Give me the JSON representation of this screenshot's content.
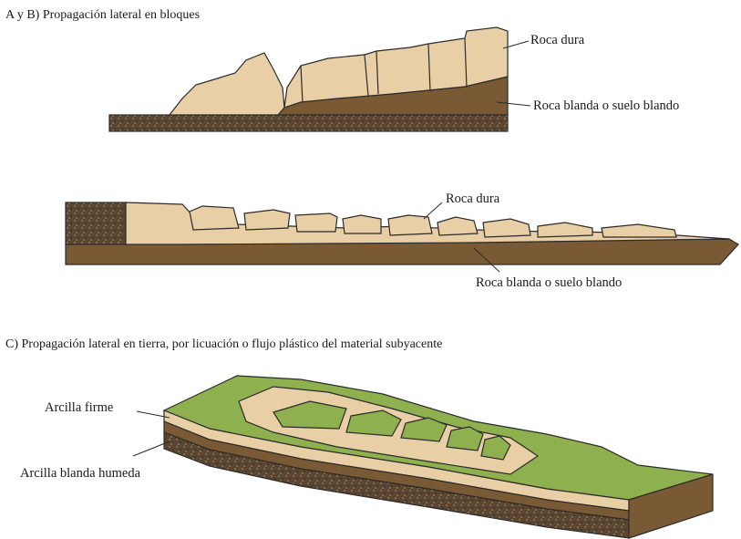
{
  "panels": {
    "ab": {
      "title": "A y B) Propagación lateral en bloques",
      "top_hard_label": "Roca dura",
      "top_soft_label": "Roca blanda o suelo blando",
      "mid_hard_label": "Roca dura",
      "mid_soft_label": "Roca blanda o suelo blando"
    },
    "c": {
      "title": "C) Propagación lateral en tierra, por licuación o flujo plástico del material subyacente",
      "firm_clay_label": "Arcilla firme",
      "soft_clay_label": "Arcilla blanda humeda"
    }
  },
  "colors": {
    "hard_rock": "#e8cfa6",
    "soft_rock": "#7a5a34",
    "gravel_base": "#5a4630",
    "grass": "#8fb04e",
    "outline": "#2b2b2b"
  }
}
